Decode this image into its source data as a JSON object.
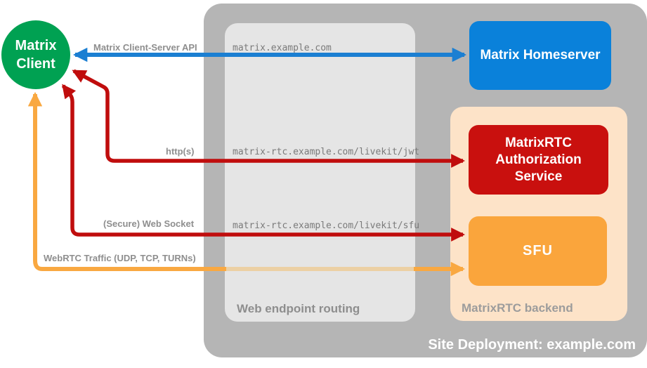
{
  "diagram_title": "Site Deployment: example.com",
  "client": {
    "label": "Matrix Client",
    "color": "#00a152"
  },
  "deployment": {
    "label": "Site Deployment: example.com",
    "color": "#b5b5b5"
  },
  "routing": {
    "label": "Web endpoint routing",
    "color": "#e5e5e5",
    "endpoints": [
      "matrix.example.com",
      "matrix-rtc.example.com/livekit/jwt",
      "matrix-rtc.example.com/livekit/sfu"
    ]
  },
  "backend": {
    "label": "MatrixRTC backend",
    "color": "#fde3c8"
  },
  "nodes": {
    "homeserver": {
      "label": "Matrix Homeserver",
      "color": "#0a81da"
    },
    "auth_service": {
      "label": "MatrixRTC Authorization Service",
      "color": "#c9100e"
    },
    "sfu": {
      "label": "SFU",
      "color": "#faa53c"
    }
  },
  "connections": [
    {
      "label": "Matrix Client-Server API",
      "color": "#1b7fd2",
      "from": "Matrix Client",
      "to": "Matrix Homeserver",
      "via": "matrix.example.com",
      "bidirectional": true
    },
    {
      "label": "http(s)",
      "color": "#c00d0d",
      "from": "Matrix Client",
      "to": "MatrixRTC Authorization Service",
      "via": "matrix-rtc.example.com/livekit/jwt",
      "bidirectional": true
    },
    {
      "label": "(Secure) Web Socket",
      "color": "#c00d0d",
      "from": "Matrix Client",
      "to": "SFU",
      "via": "matrix-rtc.example.com/livekit/sfu",
      "bidirectional": true
    },
    {
      "label": "WebRTC Traffic (UDP, TCP, TURNs)",
      "color": "#f9a841",
      "from": "Matrix Client",
      "to": "SFU",
      "bidirectional": true
    }
  ]
}
